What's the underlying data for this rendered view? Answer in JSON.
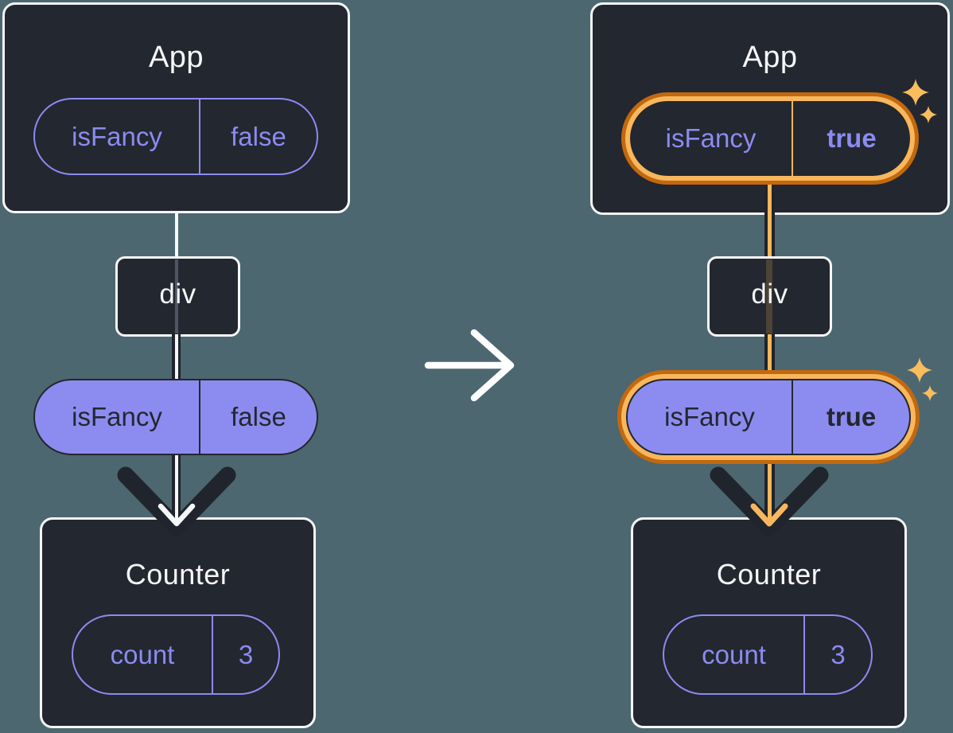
{
  "diagram_type": "react-state-tree-before-after",
  "colors": {
    "background": "#4C6770",
    "card": "#23272F",
    "card_border": "#F6F7F9",
    "dark_line": "#20242C",
    "purple": "#8B8BF2",
    "purple_fill": "#8C8CF0",
    "orange_light": "#F8B75C",
    "orange_dark": "#C2680F",
    "sparkle": "#FABD5E",
    "white": "#FFFFFF"
  },
  "before": {
    "app": {
      "title": "App",
      "state_name": "isFancy",
      "state_value": "false"
    },
    "div": {
      "label": "div"
    },
    "prop": {
      "name": "isFancy",
      "value": "false"
    },
    "counter": {
      "title": "Counter",
      "state_name": "count",
      "state_value": "3"
    }
  },
  "after": {
    "app": {
      "title": "App",
      "state_name": "isFancy",
      "state_value": "true"
    },
    "div": {
      "label": "div"
    },
    "prop": {
      "name": "isFancy",
      "value": "true"
    },
    "counter": {
      "title": "Counter",
      "state_name": "count",
      "state_value": "3"
    }
  }
}
